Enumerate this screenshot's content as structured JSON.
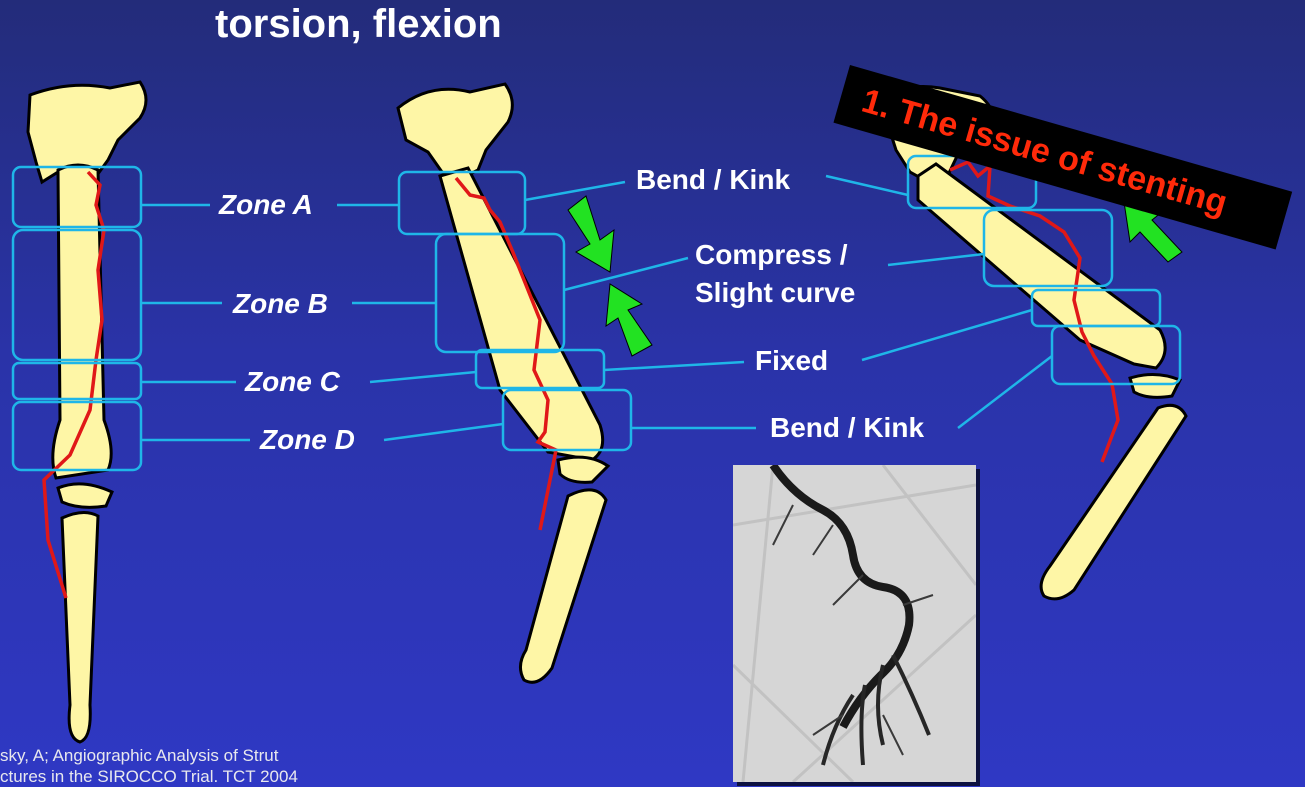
{
  "slide": {
    "title": "torsion, flexion",
    "banner": "1. The issue of stenting"
  },
  "zones": {
    "a": "Zone A",
    "b": "Zone B",
    "c": "Zone C",
    "d": "Zone D"
  },
  "effects": {
    "bend_top": "Bend / Kink",
    "compress": "Compress /\nSlight curve",
    "fixed": "Fixed",
    "bend_bottom": "Bend / Kink"
  },
  "citation": "sky, A; Angiographic Analysis of Strut\nctures in the SIROCCO Trial.  TCT 2004",
  "colors": {
    "background": "#2a33a8",
    "bone": "#fef6a6",
    "vessel": "#e01818",
    "zone_box": "#1fb6e8",
    "arrow": "#22e222",
    "banner_bg": "#000000",
    "banner_text": "#ff2a0a"
  },
  "icons": [
    "compress-arrow-icon"
  ]
}
